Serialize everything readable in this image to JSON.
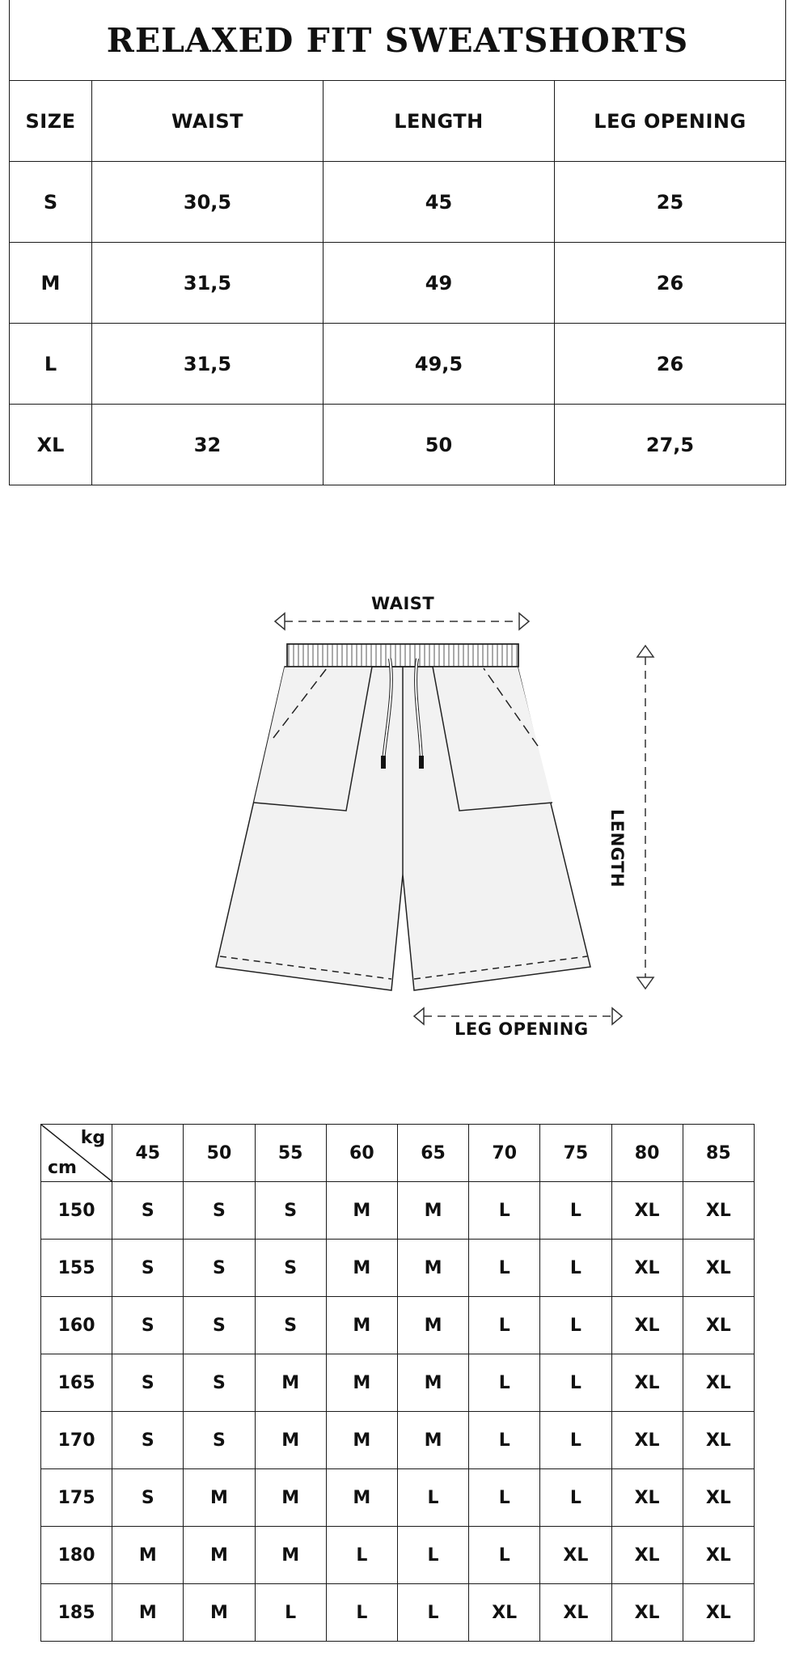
{
  "size_chart": {
    "title": "RELAXED FIT SWEATSHORTS",
    "headers": [
      "SIZE",
      "WAIST",
      "LENGTH",
      "LEG OPENING"
    ],
    "rows": [
      [
        "S",
        "30,5",
        "45",
        "25"
      ],
      [
        "M",
        "31,5",
        "49",
        "26"
      ],
      [
        "L",
        "31,5",
        "49,5",
        "26"
      ],
      [
        "XL",
        "32",
        "50",
        "27,5"
      ]
    ]
  },
  "diagram": {
    "waist_label": "WAIST",
    "length_label": "LENGTH",
    "leg_opening_label": "LEG OPENING"
  },
  "recommendation": {
    "corner_top": "kg",
    "corner_bottom": "cm",
    "weights": [
      "45",
      "50",
      "55",
      "60",
      "65",
      "70",
      "75",
      "80",
      "85"
    ],
    "rows": [
      {
        "height": "150",
        "sizes": [
          "S",
          "S",
          "S",
          "M",
          "M",
          "L",
          "L",
          "XL",
          "XL"
        ]
      },
      {
        "height": "155",
        "sizes": [
          "S",
          "S",
          "S",
          "M",
          "M",
          "L",
          "L",
          "XL",
          "XL"
        ]
      },
      {
        "height": "160",
        "sizes": [
          "S",
          "S",
          "S",
          "M",
          "M",
          "L",
          "L",
          "XL",
          "XL"
        ]
      },
      {
        "height": "165",
        "sizes": [
          "S",
          "S",
          "M",
          "M",
          "M",
          "L",
          "L",
          "XL",
          "XL"
        ]
      },
      {
        "height": "170",
        "sizes": [
          "S",
          "S",
          "M",
          "M",
          "M",
          "L",
          "L",
          "XL",
          "XL"
        ]
      },
      {
        "height": "175",
        "sizes": [
          "S",
          "M",
          "M",
          "M",
          "L",
          "L",
          "L",
          "XL",
          "XL"
        ]
      },
      {
        "height": "180",
        "sizes": [
          "M",
          "M",
          "M",
          "L",
          "L",
          "L",
          "XL",
          "XL",
          "XL"
        ]
      },
      {
        "height": "185",
        "sizes": [
          "M",
          "M",
          "L",
          "L",
          "L",
          "XL",
          "XL",
          "XL",
          "XL"
        ]
      }
    ]
  }
}
